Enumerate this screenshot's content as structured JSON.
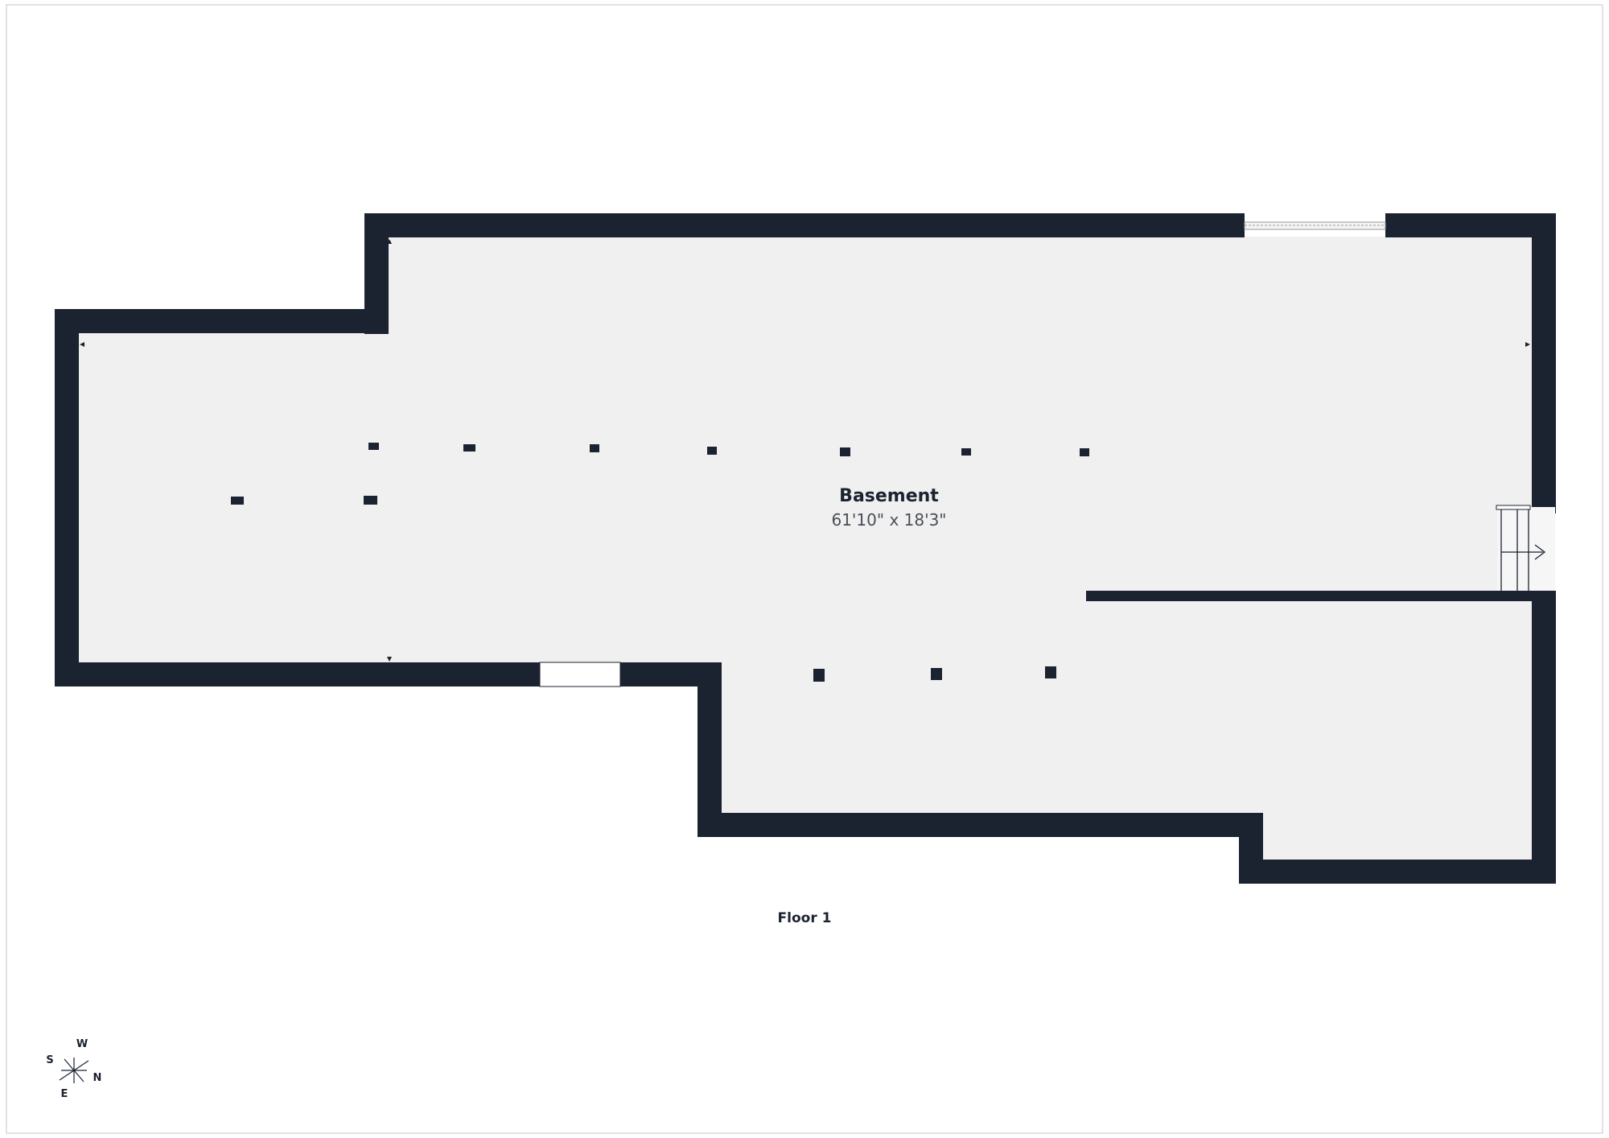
{
  "room": {
    "name": "Basement",
    "dimensions": "61'10\" x 18'3\""
  },
  "floor_label": "Floor 1",
  "compass": {
    "north": "N",
    "south": "S",
    "east": "E",
    "west": "W"
  },
  "colors": {
    "wall": "#1b2330",
    "floor": "#f0f0f0",
    "background": "#ffffff"
  }
}
